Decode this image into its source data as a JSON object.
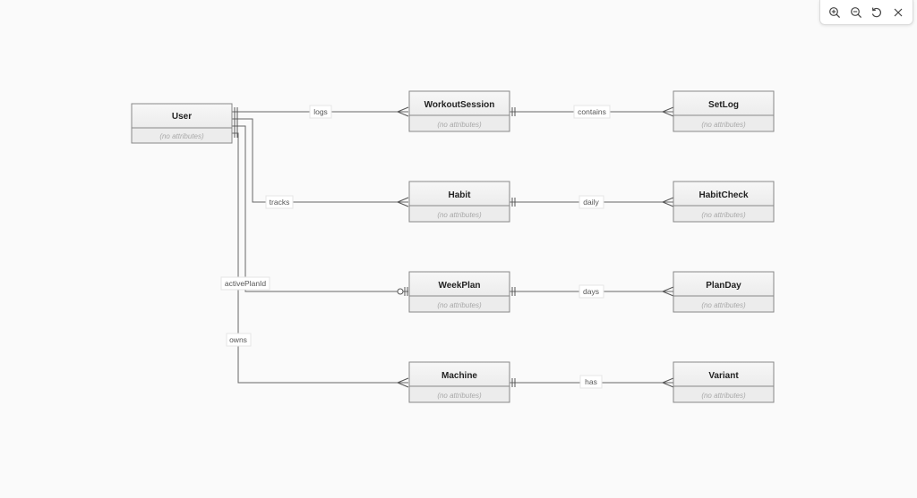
{
  "toolbar": {
    "items": [
      {
        "icon": "zoom-in-icon"
      },
      {
        "icon": "zoom-out-icon"
      },
      {
        "icon": "reset-icon"
      },
      {
        "icon": "close-icon"
      }
    ]
  },
  "entities": {
    "user": {
      "name": "User",
      "attr": "(no attributes)"
    },
    "workout_session": {
      "name": "WorkoutSession",
      "attr": "(no attributes)"
    },
    "set_log": {
      "name": "SetLog",
      "attr": "(no attributes)"
    },
    "habit": {
      "name": "Habit",
      "attr": "(no attributes)"
    },
    "habit_check": {
      "name": "HabitCheck",
      "attr": "(no attributes)"
    },
    "week_plan": {
      "name": "WeekPlan",
      "attr": "(no attributes)"
    },
    "plan_day": {
      "name": "PlanDay",
      "attr": "(no attributes)"
    },
    "machine": {
      "name": "Machine",
      "attr": "(no attributes)"
    },
    "variant": {
      "name": "Variant",
      "attr": "(no attributes)"
    }
  },
  "relationships": {
    "logs": "logs",
    "contains": "contains",
    "tracks": "tracks",
    "daily": "daily",
    "active_plan": "activePlanId",
    "days": "days",
    "owns": "owns",
    "has": "has"
  }
}
